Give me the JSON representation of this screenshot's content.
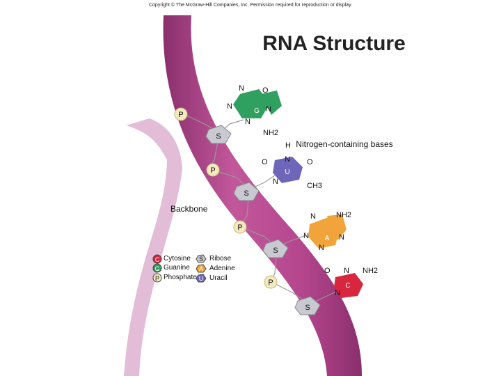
{
  "copyright": "Copyright © The McGraw-Hill Companies, Inc. Permission required for reproduction or display.",
  "title": "RNA Structure",
  "labels": {
    "bases": "Nitrogen-containing bases",
    "backbone": "Backbone"
  },
  "backbone": {
    "phosphate": "P",
    "sugar": "S"
  },
  "bases": {
    "guanine": {
      "letter": "G",
      "atoms": [
        "N",
        "O",
        "N",
        "N",
        "N",
        "NH2"
      ]
    },
    "uracil": {
      "letter": "U",
      "atoms": [
        "H",
        "O",
        "N",
        "O",
        "N",
        "CH3"
      ]
    },
    "adenine": {
      "letter": "A",
      "atoms": [
        "N",
        "NH2",
        "N",
        "N",
        "N"
      ]
    },
    "cytosine": {
      "letter": "C",
      "atoms": [
        "O",
        "N",
        "NH2",
        "N"
      ]
    }
  },
  "legend": [
    {
      "key": "C",
      "name": "Cytosine",
      "color": "#d8263f"
    },
    {
      "key": "G",
      "name": "Guanine",
      "color": "#2fa060"
    },
    {
      "key": "P",
      "name": "Phosphate",
      "color": "#f3e9c0"
    },
    {
      "key": "S",
      "name": "Ribose",
      "color": "#c9c9d2"
    },
    {
      "key": "A",
      "name": "Adenine",
      "color": "#f0a43a"
    },
    {
      "key": "U",
      "name": "Uracil",
      "color": "#6e66b8"
    }
  ],
  "colors": {
    "strand": "#b5468e",
    "sugar": "#c9c9d2",
    "phosphate": "#f3e9c0",
    "guanine": "#2fa060",
    "uracil": "#6e66b8",
    "adenine": "#f0a43a",
    "cytosine": "#d8263f"
  }
}
